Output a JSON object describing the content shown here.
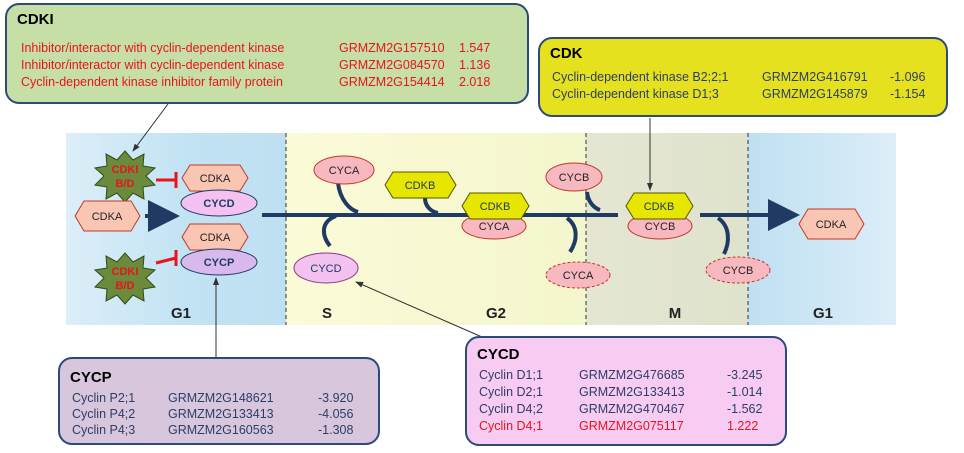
{
  "colors": {
    "g1_phase": "#c6e4f3",
    "s_phase": "#fbfbd2",
    "m_phase": "#e2e5cf",
    "up_regulated": "#e8141c",
    "down_regulated": "#3a4f7a",
    "cdka_fill": "#f9c6b4",
    "cycd_fill": "#f3c2f1",
    "cyca_fill": "#f7b8c0",
    "cdkb_fill": "#e7e600",
    "cdki_star": "#6b8a3c"
  },
  "phases": {
    "g1_left": "G1",
    "s": "S",
    "g2": "G2",
    "m": "M",
    "g1_right": "G1"
  },
  "nodes": {
    "cdki_top_line1": "CDKI",
    "cdki_top_line2": "B/D",
    "cdki_bottom_line1": "CDKI",
    "cdki_bottom_line2": "B/D",
    "cdka_input": "CDKA",
    "cdka_top": "CDKA",
    "cycd_top": "CYCD",
    "cdka_bottom": "CDKA",
    "cycp_bottom": "CYCP",
    "cyca_s": "CYCA",
    "cycd_s": "CYCD",
    "cdkb_s": "CDKB",
    "cdkb_g2": "CDKB",
    "cyca_g2": "CYCA",
    "cycb_g2": "CYCB",
    "cyca_g2_out": "CYCA",
    "cdkb_m": "CDKB",
    "cycb_m": "CYCB",
    "cycb_m_out": "CYCB",
    "cdka_output": "CDKA"
  },
  "cdki_box": {
    "title": "CDKI",
    "rows": [
      {
        "name": "Inhibitor/interactor with cyclin-dependent kinase",
        "gene": "GRMZM2G157510",
        "value": "1.547"
      },
      {
        "name": "Inhibitor/interactor with cyclin-dependent kinase",
        "gene": "GRMZM2G084570",
        "value": "1.136"
      },
      {
        "name": "Cyclin-dependent kinase inhibitor family protein",
        "gene": "GRMZM2G154414",
        "value": "2.018"
      }
    ]
  },
  "cdk_box": {
    "title": "CDK",
    "rows": [
      {
        "name": "Cyclin-dependent kinase B2;2;1",
        "gene": "GRMZM2G416791",
        "value": "-1.096"
      },
      {
        "name": "Cyclin-dependent kinase D1;3",
        "gene": "GRMZM2G145879",
        "value": "-1.154"
      }
    ]
  },
  "cycp_box": {
    "title": "CYCP",
    "rows": [
      {
        "name": "Cyclin P2;1",
        "gene": "GRMZM2G148621",
        "value": "-3.920"
      },
      {
        "name": "Cyclin P4;2",
        "gene": "GRMZM2G133413",
        "value": "-4.056"
      },
      {
        "name": "Cyclin P4;3",
        "gene": "GRMZM2G160563",
        "value": "-1.308"
      }
    ]
  },
  "cycd_box": {
    "title": "CYCD",
    "rows": [
      {
        "name": "Cyclin D1;1",
        "gene": "GRMZM2G476685",
        "value": "-3.245"
      },
      {
        "name": "Cyclin D2;1",
        "gene": "GRMZM2G133413",
        "value": "-1.014"
      },
      {
        "name": "Cyclin D4;2",
        "gene": "GRMZM2G470467",
        "value": "-1.562"
      },
      {
        "name": "Cyclin D4;1",
        "gene": "GRMZM2G075117",
        "value": "1.222"
      }
    ]
  }
}
